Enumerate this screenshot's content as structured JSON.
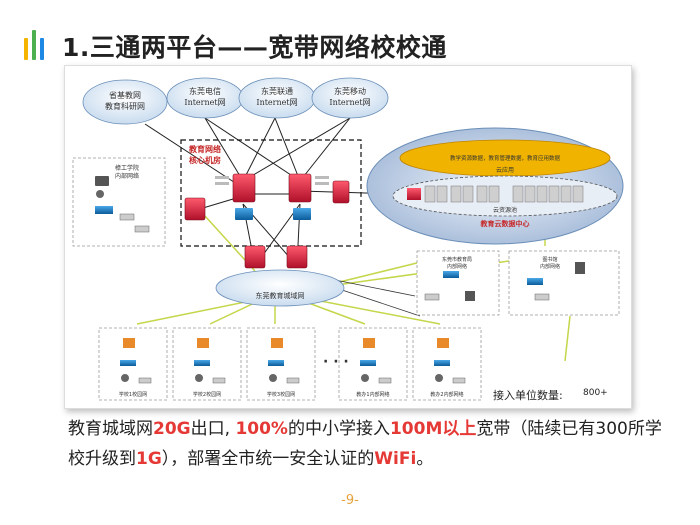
{
  "slide": {
    "title": "1.三通两平台——宽带网络校校通",
    "accent_colors": [
      "#f5b400",
      "#4caf50",
      "#1e88e5"
    ],
    "page_number": "-9-"
  },
  "diagram": {
    "clouds": {
      "province": "省基教网\n教育科研网",
      "telecom": "东莞电信\nInternet网",
      "unicom": "东莞联通\nInternet网",
      "mobile": "东莞移动\nInternet网",
      "metro": "东莞教育城域网",
      "edu_cloud_title": "教育云数据中心",
      "cloud_app": "云应用",
      "cloud_resource": "云资源池",
      "cloud_data_line": "教学资源数据，教育管理数据，教育应用数据"
    },
    "core_room": "教育网络\n核心机房",
    "left_school": "樟工学院\n内部网络",
    "right_sites": [
      "东莞市教育局\n内部网络",
      "图书馆\n内部网络"
    ],
    "schools": [
      "学校1校园网",
      "学校2校园网",
      "学校3校园网",
      "教办1内部网络",
      "教办2内部网络"
    ],
    "unit_count_label": "接入单位数量:",
    "unit_count_value": "800+"
  },
  "caption": {
    "p1": "教育城域网",
    "h1": "20G",
    "p2": "出口, ",
    "h2": "100%",
    "p3": "的中小学接入",
    "h3": "100M以上",
    "p4": "宽带（陆续已有300所学校升级到",
    "h4": "1G",
    "p5": "），部署全市统一安全认证的",
    "h5": "WiFi",
    "p6": "。"
  }
}
